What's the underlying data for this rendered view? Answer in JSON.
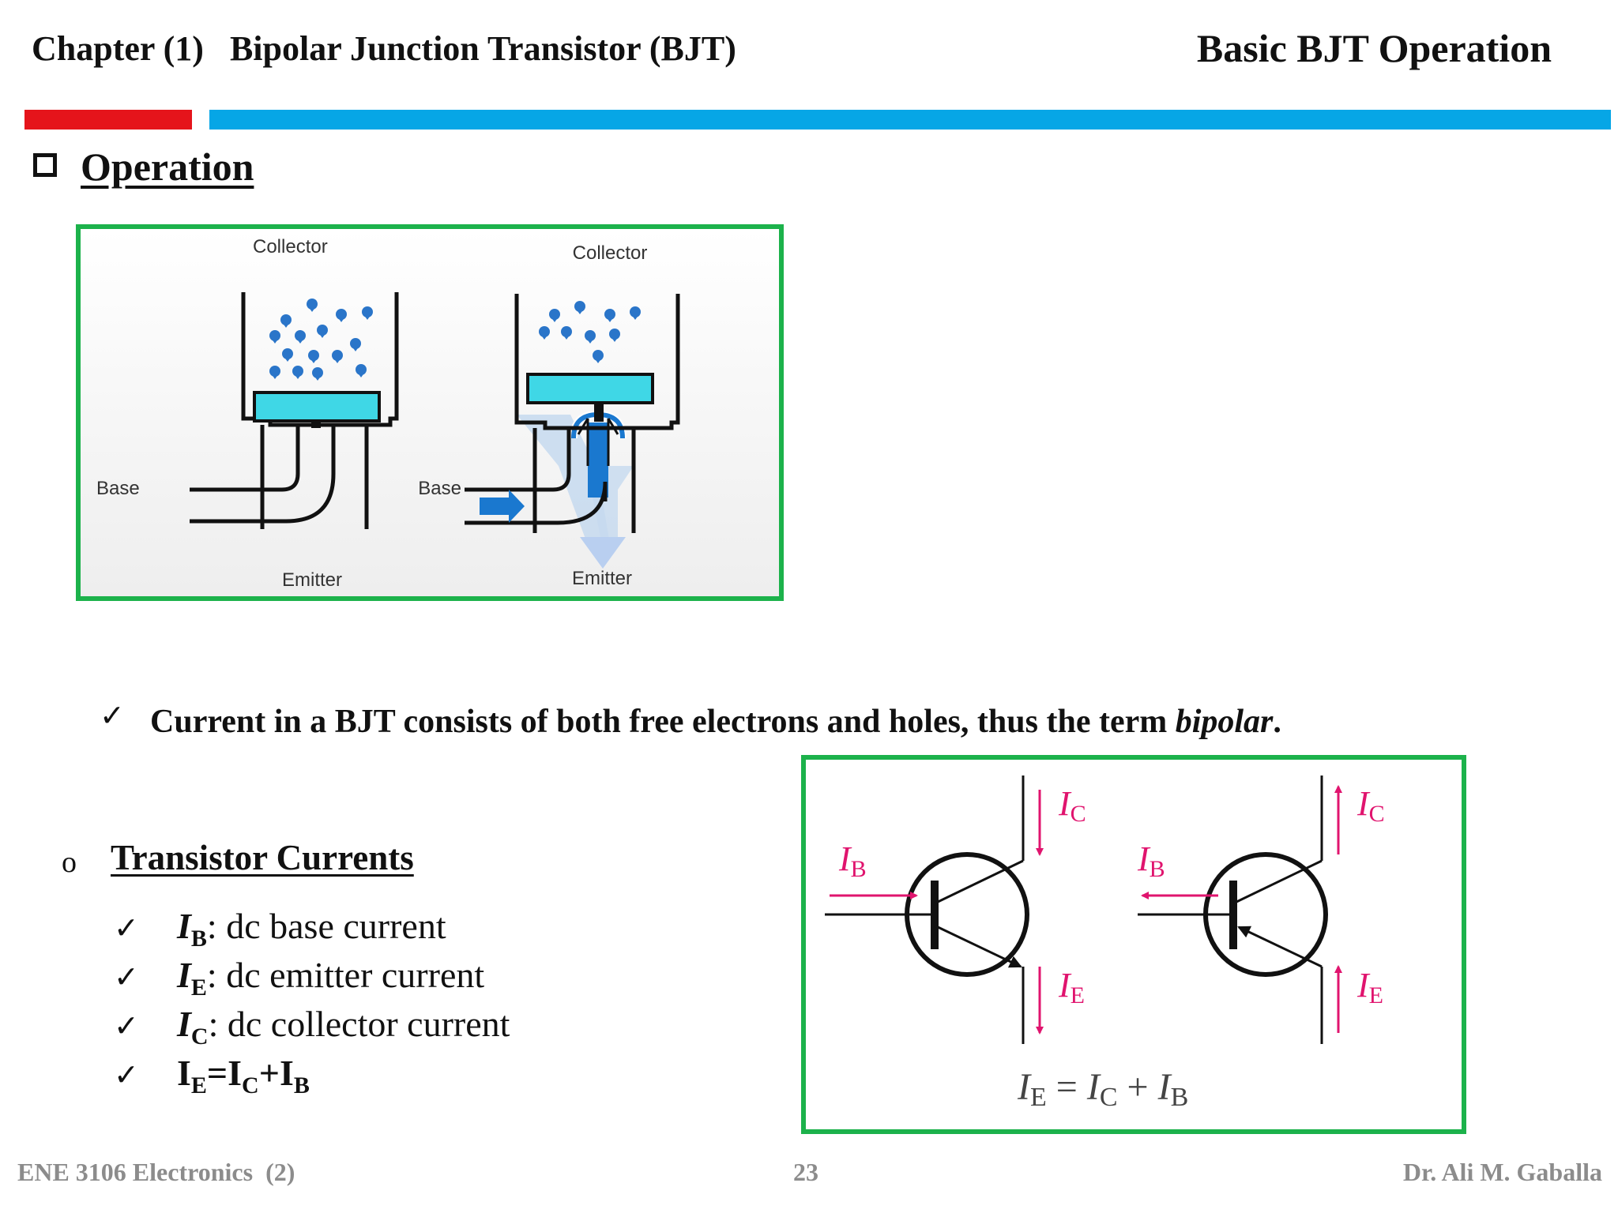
{
  "header": {
    "chapter_title": "Chapter (1)   Bipolar Junction Transistor (BJT)",
    "section_title": "Basic BJT Operation",
    "accent_red": "#e5141b",
    "accent_blue": "#06a6e6"
  },
  "operation": {
    "heading": "Operation",
    "bullet_icon": "checkbox-square-icon"
  },
  "analogy_figure": {
    "left_collector": "Collector",
    "right_collector": "Collector",
    "left_base": "Base",
    "right_base": "Base",
    "left_emitter": "Emitter",
    "right_emitter": "Emitter",
    "frame_color": "#1cb24b"
  },
  "bipolar_note": {
    "check": "✓",
    "text_prefix": "Current in a BJT consists of both free electrons and holes, thus the term ",
    "text_emphasis": "bipolar",
    "text_suffix": "."
  },
  "transistor_currents": {
    "bullet": "o",
    "heading": "Transistor Currents",
    "items": [
      {
        "check": "✓",
        "symbol": "I",
        "sub": "B",
        "desc": ": dc base current"
      },
      {
        "check": "✓",
        "symbol": "I",
        "sub": "E",
        "desc": ": dc emitter current"
      },
      {
        "check": "✓",
        "symbol": "I",
        "sub": "C",
        "desc": ": dc collector current"
      }
    ],
    "equation": {
      "check": "✓",
      "i1": "I",
      "s1": "E",
      "eq": "=",
      "i2": "I",
      "s2": "C",
      "plus": "+",
      "i3": "I",
      "s3": "B"
    }
  },
  "circuit_figure": {
    "npn": {
      "ic": "I",
      "ic_sub": "C",
      "ib": "I",
      "ib_sub": "B",
      "ie": "I",
      "ie_sub": "E"
    },
    "pnp": {
      "ic": "I",
      "ic_sub": "C",
      "ib": "I",
      "ib_sub": "B",
      "ie": "I",
      "ie_sub": "E"
    },
    "equation": {
      "i1": "I",
      "s1": "E",
      "eq": " = ",
      "i2": "I",
      "s2": "C",
      "plus": " + ",
      "i3": "I",
      "s3": "B"
    },
    "arrow_color": "#e0146e"
  },
  "footer": {
    "course": "ENE 3106 Electronics  (2)",
    "page_number": "23",
    "author": "Dr. Ali M. Gaballa"
  }
}
